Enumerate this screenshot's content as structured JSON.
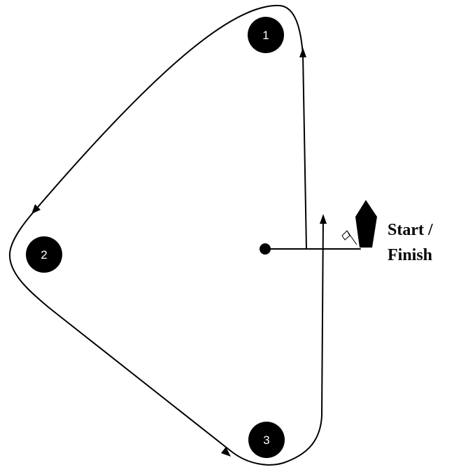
{
  "marks": [
    {
      "number": "1"
    },
    {
      "number": "2"
    },
    {
      "number": "3"
    }
  ],
  "start_finish": {
    "line1": "Start /",
    "line2": "Finish"
  },
  "colors": {
    "mark_fill": "#000000",
    "mark_text": "#ffffff",
    "line": "#000000",
    "background": "#ffffff"
  },
  "icons": [
    "committee-boat-icon",
    "flag-icon",
    "pin-buoy-icon"
  ]
}
